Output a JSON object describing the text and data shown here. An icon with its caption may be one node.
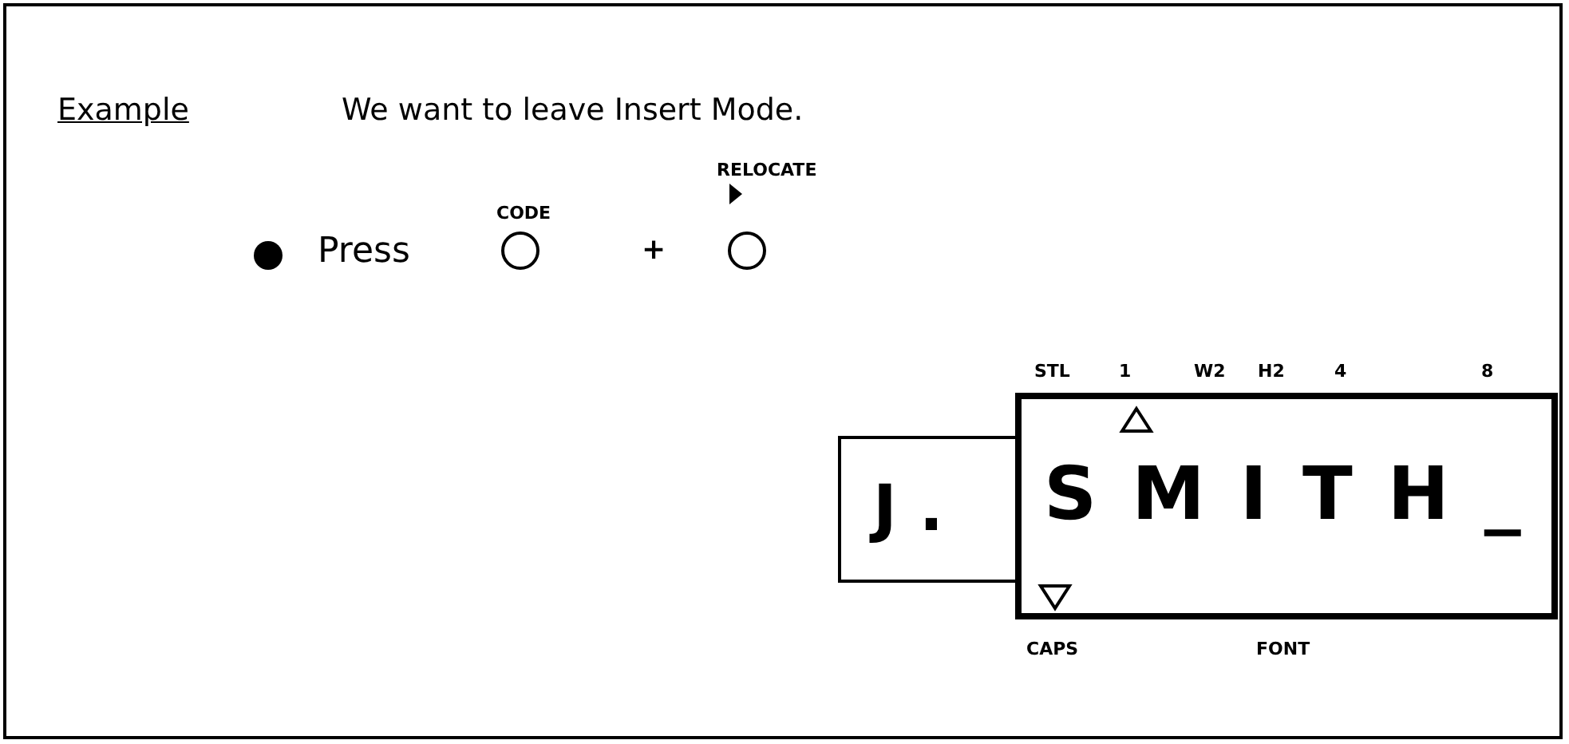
{
  "diagram": {
    "nodes": [
      {
        "text": [],
        "shape": "circle",
        "beside": [
          "CODE"
        ]
      },
      {
        "text": [],
        "shape": "circle",
        "beside": [
          "RELOCATE"
        ]
      },
      {
        "text": [
          "J."
        ]
      },
      {
        "text": [
          "SMITH_"
        ]
      }
    ],
    "labels": [
      "Example",
      "We want to leave Insert Mode.",
      "Press",
      "+",
      "STL",
      "1",
      "W2",
      "H2",
      "4",
      "8",
      "CAPS",
      "FONT"
    ]
  }
}
